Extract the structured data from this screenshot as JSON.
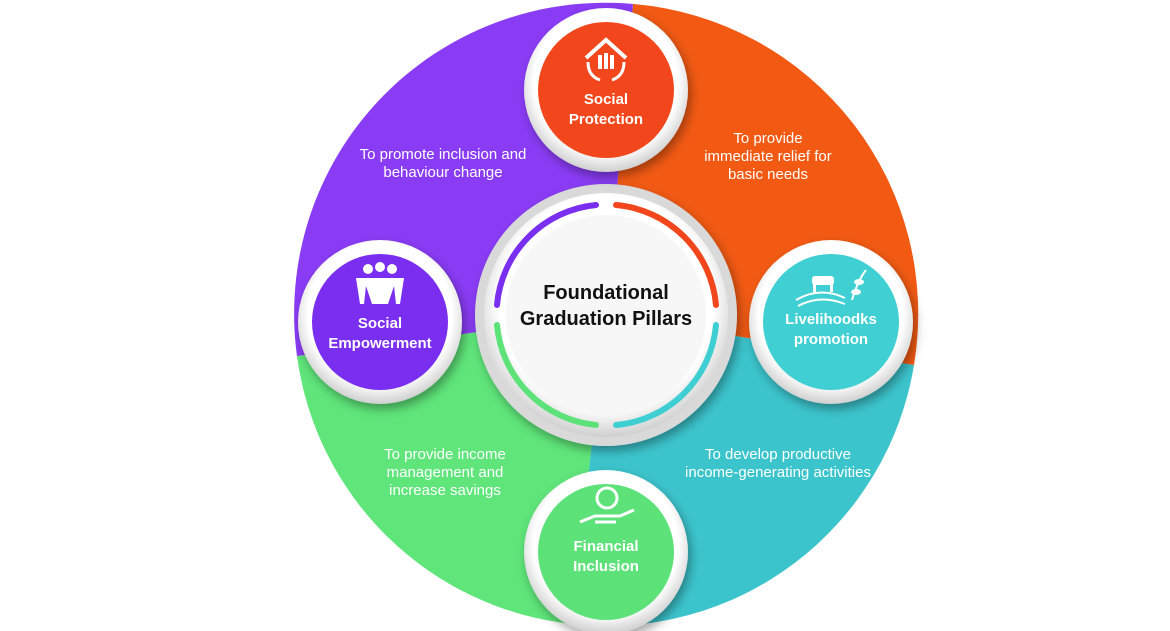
{
  "title": "Foundational Graduation Pillars",
  "pillars": [
    {
      "name": "Social Protection",
      "line1": "Social",
      "line2": "Protection",
      "description": "To provide immediate relief for basic needs",
      "icon": "house-family-hands-icon",
      "color": "#f2471c"
    },
    {
      "name": "Livelihoodks promotion",
      "line1": "Livelihoodks",
      "line2": "promotion",
      "description": "To develop productive income-generating activities",
      "icon": "farm-livestock-icon",
      "color": "#3fcfd2"
    },
    {
      "name": "Financial Inclusion",
      "line1": "Financial",
      "line2": "Inclusion",
      "description": "To provide income management and increase savings",
      "icon": "hand-coin-icon",
      "color": "#5de27a"
    },
    {
      "name": "Social Empowerment",
      "line1": "Social",
      "line2": "Empowerment",
      "description": "To promote inclusion and behaviour change",
      "icon": "people-group-icon",
      "color": "#7a2ff0"
    }
  ],
  "colors": {
    "purple": "#8a3cf5",
    "orange": "#f25a14",
    "teal": "#3cc4cc",
    "green": "#5fe57a"
  }
}
